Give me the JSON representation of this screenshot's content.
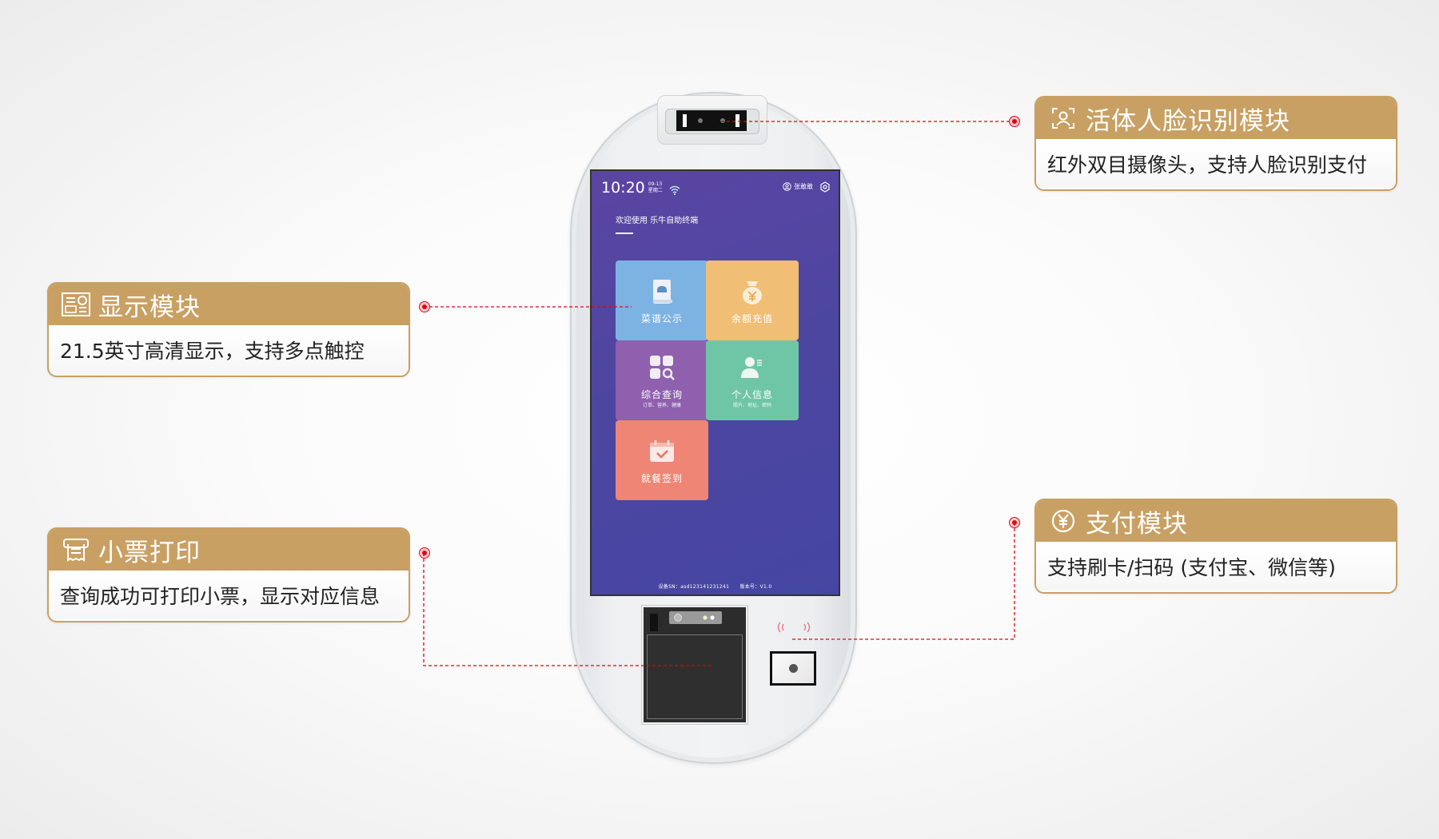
{
  "accent_color": "#C9A063",
  "leader_color": "#E60012",
  "callouts": {
    "face": {
      "icon": "face-scan-icon",
      "title": "活体人脸识别模块",
      "desc": "红外双目摄像头，支持人脸识别支付"
    },
    "display": {
      "icon": "display-dashboard-icon",
      "title": "显示模块",
      "desc": "21.5英寸高清显示，支持多点触控"
    },
    "print": {
      "icon": "receipt-printer-icon",
      "title": "小票打印",
      "desc": "查询成功可打印小票，显示对应信息"
    },
    "payment": {
      "icon": "yuan-coin-icon",
      "title": "支付模块",
      "desc": "支持刷卡/扫码 (支付宝、微信等)"
    }
  },
  "screen": {
    "status_bar": {
      "time": "10:20",
      "date": "09-13",
      "weekday": "星期二",
      "wifi_icon": "wifi-icon",
      "user_name": "张敢敢",
      "settings_icon": "gear-icon"
    },
    "welcome": "欢迎使用 乐牛自助终端",
    "tiles": [
      {
        "label": "菜谱公示",
        "sub": "",
        "icon": "recipe-book-icon",
        "color": "#7DB3E3"
      },
      {
        "label": "余额充值",
        "sub": "",
        "icon": "money-bag-icon",
        "color": "#F0BE74"
      },
      {
        "label": "综合查询",
        "sub": "订单、营养、健康",
        "icon": "grid-search-icon",
        "color": "#8E60AE"
      },
      {
        "label": "个人信息",
        "sub": "照片、地址、密码",
        "icon": "user-profile-icon",
        "color": "#6FC6A6"
      },
      {
        "label": "就餐签到",
        "sub": "",
        "icon": "calendar-check-icon",
        "color": "#EE8575"
      }
    ],
    "footer": {
      "sn_label": "设备SN：",
      "sn": "asd123141231241",
      "version_label": "版本号：",
      "version": "V1.0"
    }
  }
}
